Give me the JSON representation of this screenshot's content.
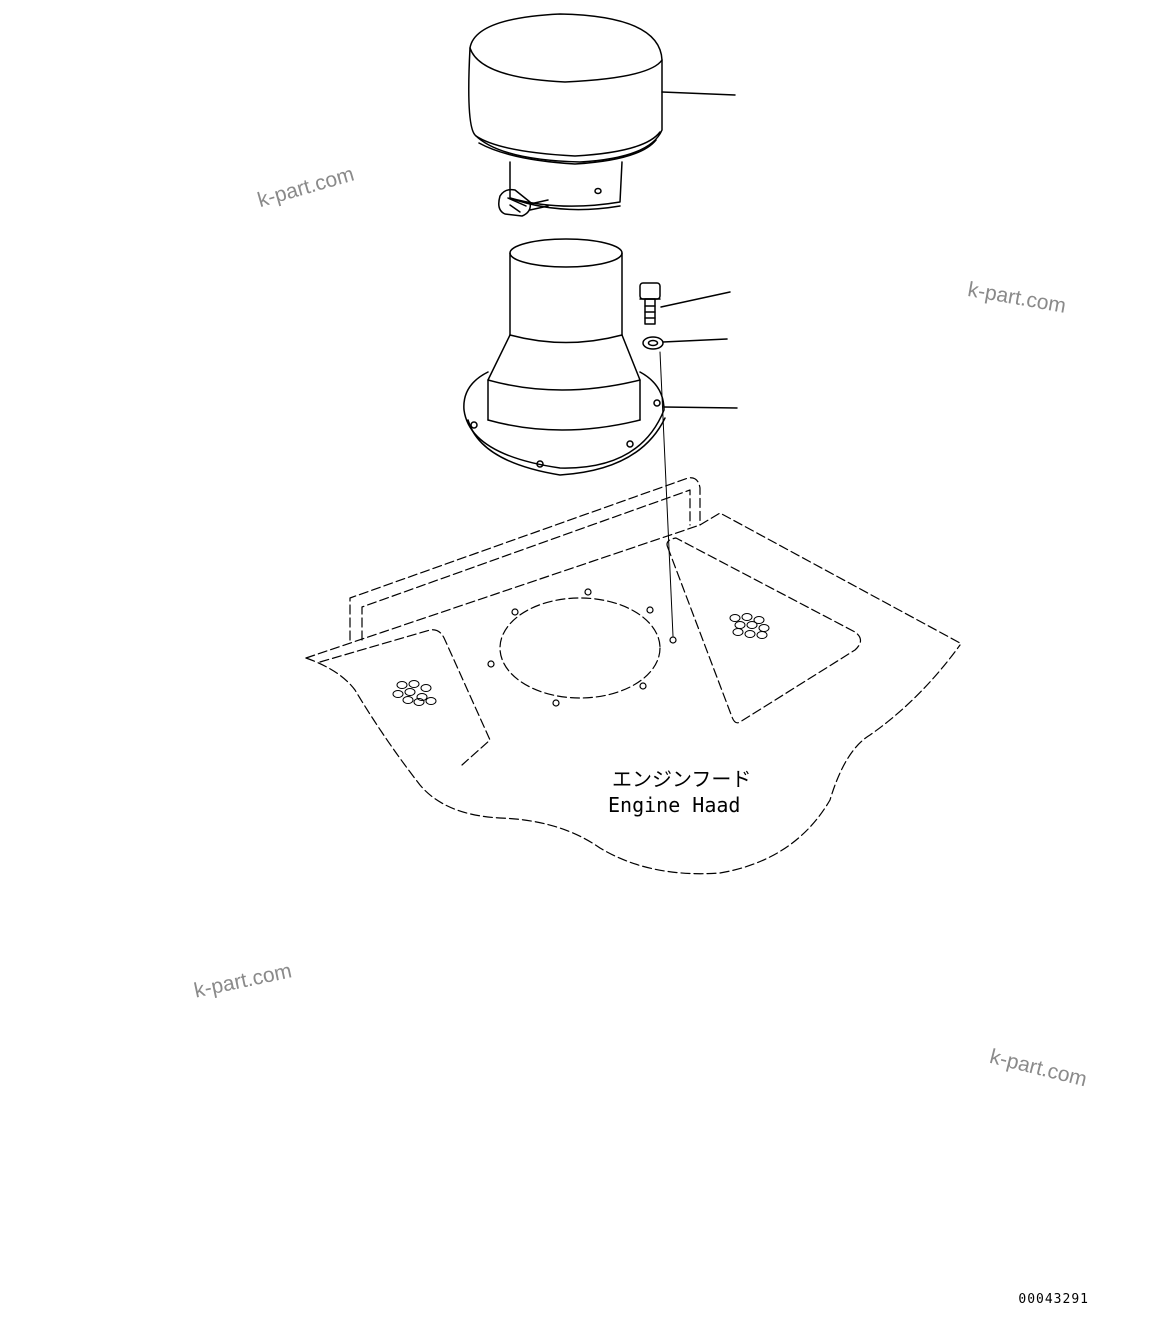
{
  "watermarks": [
    "k-part.com",
    "k-part.com",
    "k-part.com",
    "k-part.com"
  ],
  "labels": {
    "part_name_jp": "エンジンフード",
    "part_name_en": "Engine Haad"
  },
  "document_id": "00043291",
  "colors": {
    "line": "#000000",
    "watermark": "#8a8a8a",
    "background": "#ffffff"
  }
}
